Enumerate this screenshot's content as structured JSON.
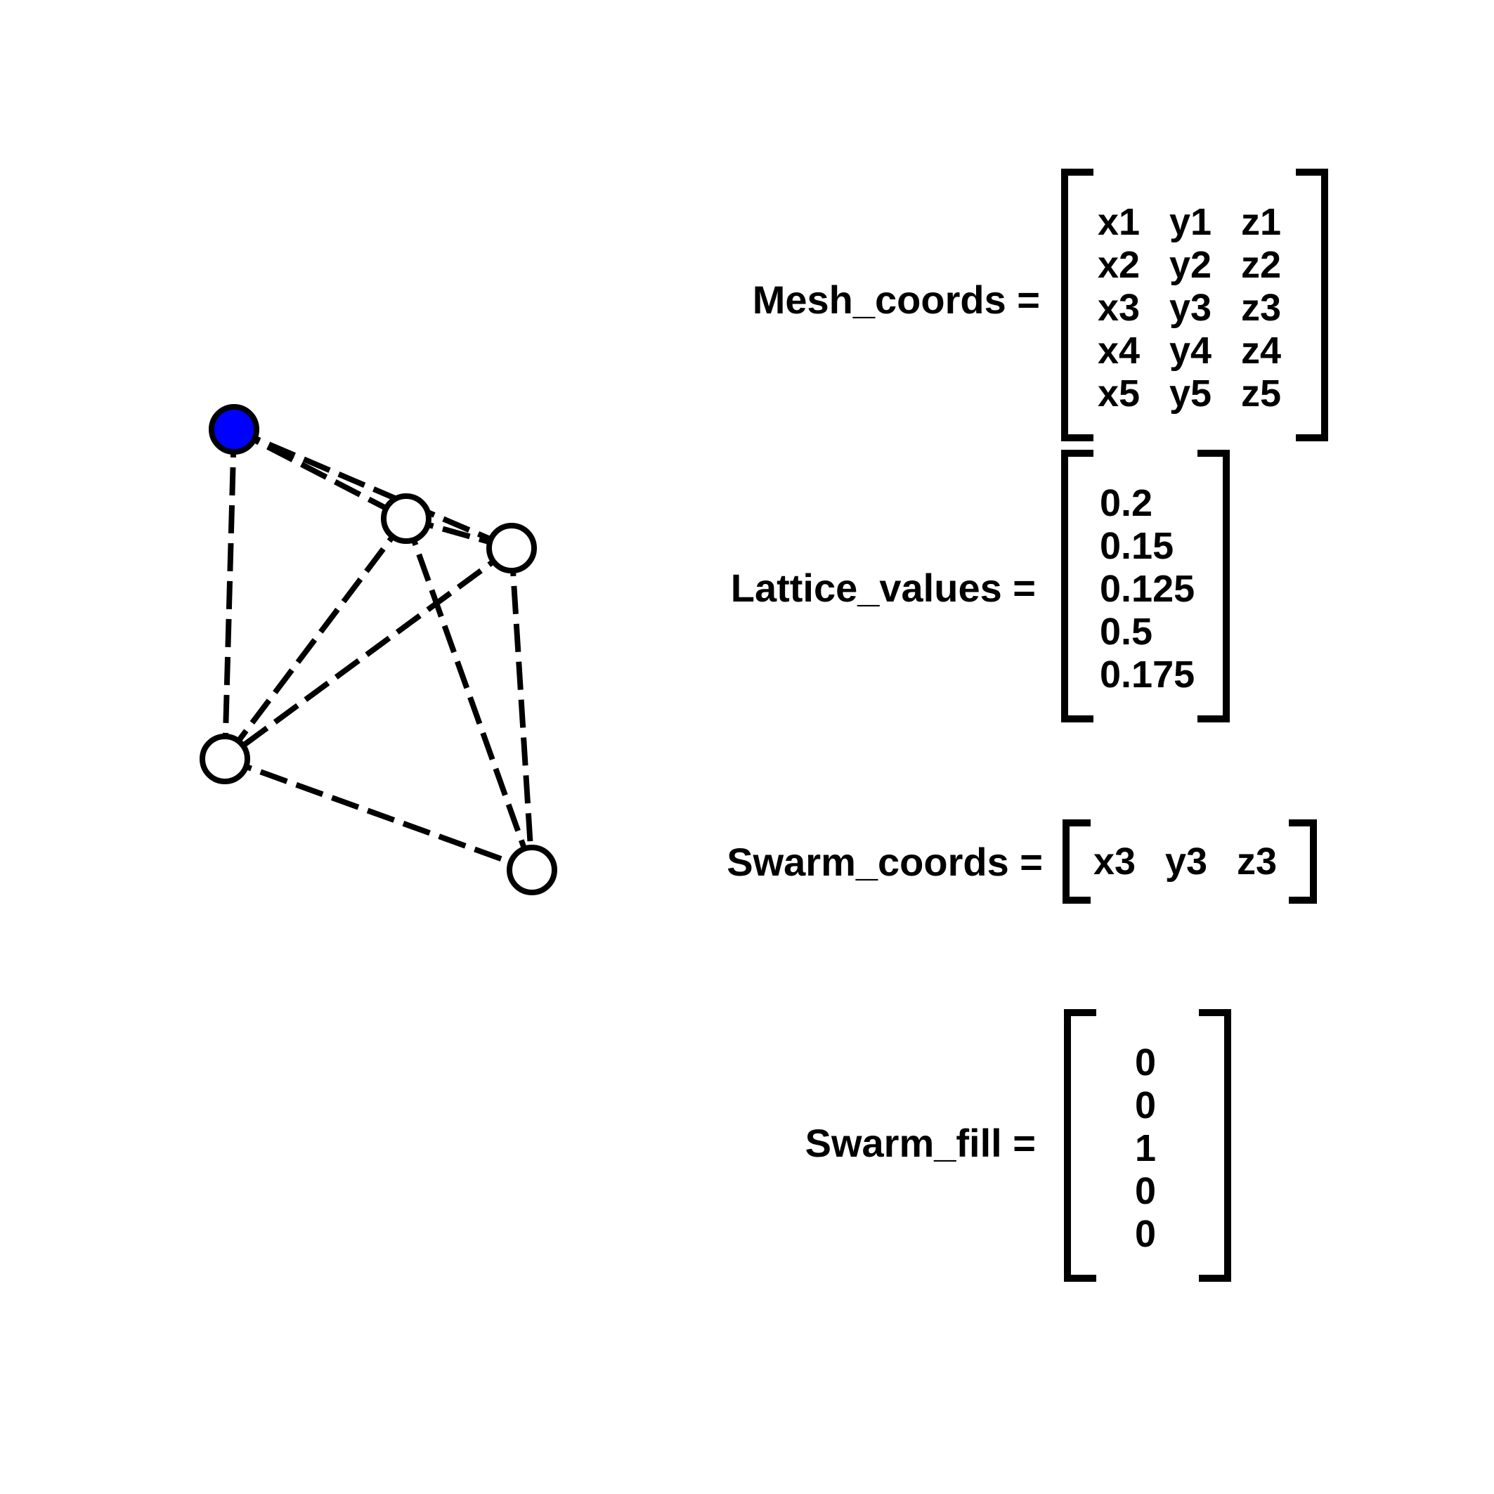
{
  "graph": {
    "nodes": [
      {
        "id": "n1",
        "filled": true,
        "fill_color": "#0000ff"
      },
      {
        "id": "n2",
        "filled": false
      },
      {
        "id": "n3",
        "filled": false
      },
      {
        "id": "n4",
        "filled": false
      },
      {
        "id": "n5",
        "filled": false
      }
    ],
    "edges": [
      [
        "n1",
        "n2"
      ],
      [
        "n1",
        "n3"
      ],
      [
        "n1",
        "n4"
      ],
      [
        "n2",
        "n3"
      ],
      [
        "n2",
        "n4"
      ],
      [
        "n2",
        "n5"
      ],
      [
        "n3",
        "n4"
      ],
      [
        "n3",
        "n5"
      ],
      [
        "n4",
        "n5"
      ]
    ]
  },
  "mesh_coords": {
    "label": "Mesh_coords =",
    "rows": [
      [
        "x1",
        "y1",
        "z1"
      ],
      [
        "x2",
        "y2",
        "z2"
      ],
      [
        "x3",
        "y3",
        "z3"
      ],
      [
        "x4",
        "y4",
        "z4"
      ],
      [
        "x5",
        "y5",
        "z5"
      ]
    ]
  },
  "lattice_values": {
    "label": "Lattice_values =",
    "rows": [
      "0.2",
      "0.15",
      "0.125",
      "0.5",
      "0.175"
    ]
  },
  "swarm_coords": {
    "label": "Swarm_coords =",
    "row": [
      "x3",
      "y3",
      "z3"
    ]
  },
  "swarm_fill": {
    "label": "Swarm_fill =",
    "rows": [
      "0",
      "0",
      "1",
      "0",
      "0"
    ]
  }
}
